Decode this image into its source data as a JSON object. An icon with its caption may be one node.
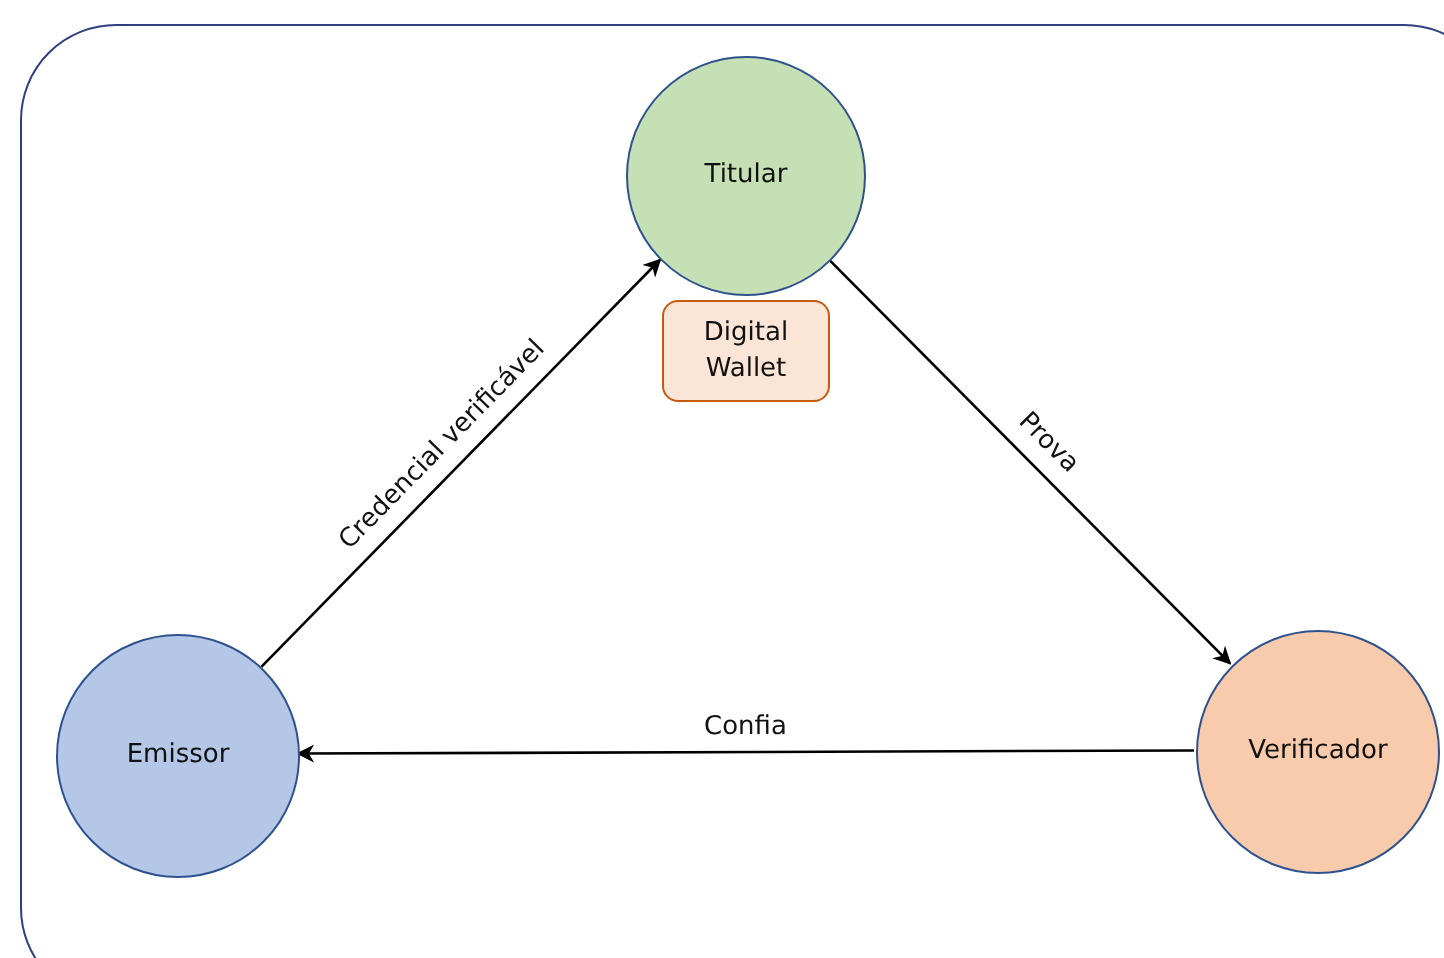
{
  "diagram": {
    "nodes": [
      {
        "text": [],
        "shape": "box"
      },
      {
        "text": [
          "Titular"
        ],
        "in": 0
      },
      {
        "text": [
          "Digital Wallet"
        ],
        "in": 0
      },
      {
        "text": [
          "Emissor"
        ],
        "in": 0
      },
      {
        "text": [
          "Verificador"
        ],
        "in": 0
      }
    ],
    "edges": [
      {
        "from": 3,
        "to": 1,
        "arrow": "to",
        "label": "Credencial verificável"
      },
      {
        "from": 1,
        "to": 4,
        "arrow": "to",
        "label": "Prova"
      },
      {
        "from": 4,
        "to": 3,
        "arrow": "to",
        "label": "Confia"
      }
    ]
  }
}
